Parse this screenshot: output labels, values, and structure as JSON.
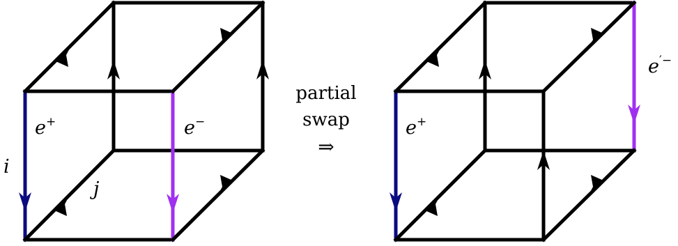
{
  "colors": {
    "edge": "#000000",
    "blue_edge": "#0b0b80",
    "purple_edge": "#a030f0",
    "background": "#ffffff"
  },
  "left_cube": {
    "labels": {
      "e_plus": {
        "base": "e",
        "sup": "+"
      },
      "e_minus": {
        "base": "e",
        "sup": "−"
      },
      "i": "i",
      "j": "j"
    }
  },
  "operation": {
    "line1": "partial",
    "line2": "swap",
    "symbol": "⇒"
  },
  "right_cube": {
    "labels": {
      "e_plus": {
        "base": "e",
        "sup": "+"
      },
      "e_prime_minus": {
        "base": "e",
        "sup": "′−"
      }
    }
  }
}
